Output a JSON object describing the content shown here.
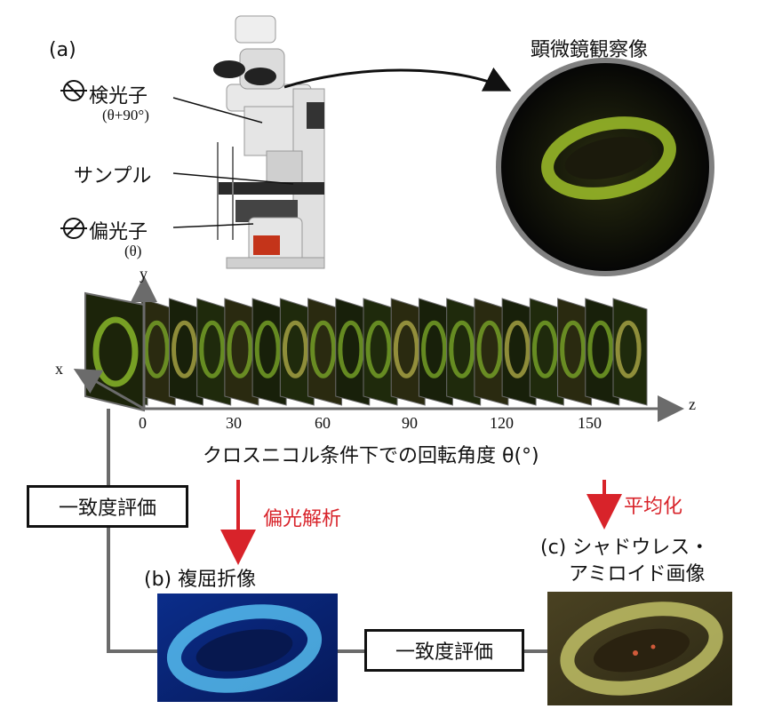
{
  "panel_a": {
    "label": "(a)",
    "analyzer": "検光子",
    "analyzer_angle": "(θ+90°)",
    "sample": "サンプル",
    "polarizer": "偏光子",
    "polarizer_angle": "(θ)"
  },
  "micro_title": "顕微鏡観察像",
  "axes": {
    "y": "y",
    "x": "x",
    "z": "z"
  },
  "angle_ticks": [
    "0",
    "30",
    "60",
    "90",
    "120",
    "150"
  ],
  "angle_axis_label": "クロスニコル条件下での回転角度 θ(°)",
  "arrow_birefringence": "偏光解析",
  "arrow_average": "平均化",
  "agreement_box_left": "一致度評価",
  "agreement_box_bottom": "一致度評価",
  "panel_b_title": "(b) 複屈折像",
  "panel_c_title_line1": "(c) シャドウレス・",
  "panel_c_title_line2": "アミロイド画像",
  "colors": {
    "red": "#d8232a",
    "gray": "#6b6b6b",
    "blue_image": "#0a2a7a",
    "olive_image": "#3a3a1a"
  }
}
